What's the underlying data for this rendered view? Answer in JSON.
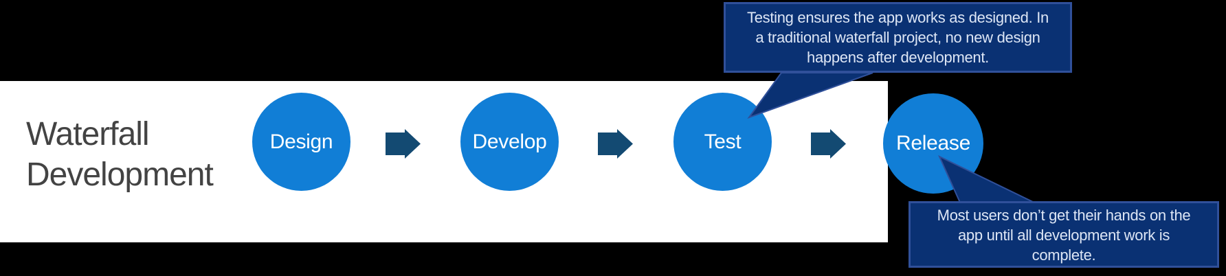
{
  "diagram": {
    "title": {
      "full": "Waterfall Development",
      "line1": "Waterfall",
      "line2": "Development"
    },
    "steps": [
      {
        "label": "Design"
      },
      {
        "label": "Develop"
      },
      {
        "label": "Test"
      },
      {
        "label": "Release"
      }
    ],
    "arrows": [
      {
        "from": "Design",
        "to": "Develop"
      },
      {
        "from": "Develop",
        "to": "Test"
      },
      {
        "from": "Test",
        "to": "Release"
      }
    ],
    "callouts": {
      "test": {
        "target": "Test",
        "lines": [
          "Testing ensures the app works as designed. In",
          "a traditional waterfall project, no new design",
          "happens after development."
        ]
      },
      "release": {
        "target": "Release",
        "lines": [
          "Most users don’t get their hands on the",
          "app until all development work is",
          "complete."
        ]
      }
    },
    "colors": {
      "background": "#000000",
      "band": "#ffffff",
      "circle_fill": "#117ed6",
      "circle_text": "#ffffff",
      "arrow_fill": "#134a72",
      "callout_fill": "#0a3173",
      "callout_border": "#30509a",
      "callout_text": "#dde6f5",
      "title_text": "#434343"
    }
  }
}
